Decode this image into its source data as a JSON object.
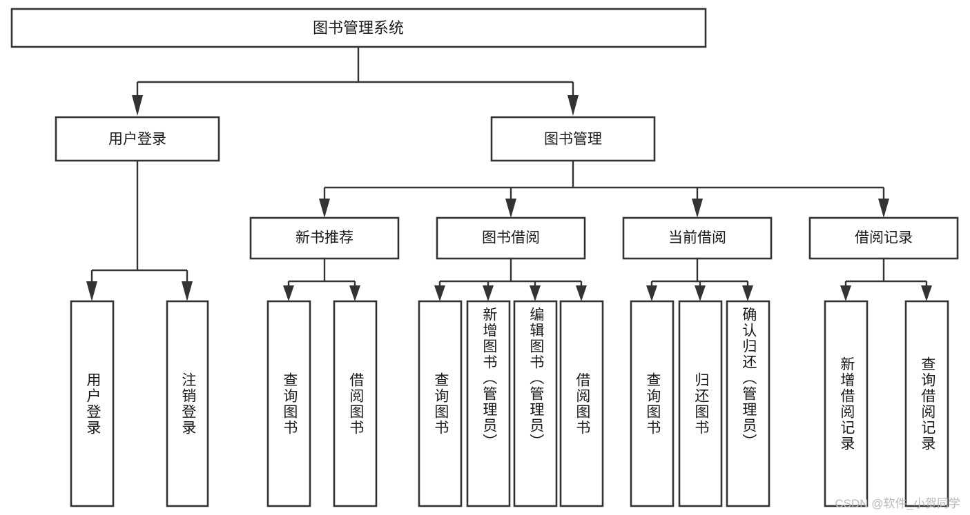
{
  "diagram": {
    "title": "图书管理系统",
    "type": "tree-hierarchy",
    "watermark": "CSDN @软件_小贺同学",
    "colors": {
      "box_stroke": "#333333",
      "box_fill": "#ffffff",
      "text": "#1a1a1a",
      "background": "#ffffff",
      "watermark": "#b9b9b9"
    },
    "root": {
      "label": "图书管理系统",
      "level": 1
    },
    "level2": [
      {
        "id": "user-login",
        "label": "用户登录"
      },
      {
        "id": "book-management",
        "label": "图书管理"
      }
    ],
    "level3": [
      {
        "id": "new-book-recommend",
        "label": "新书推荐",
        "parent": "book-management"
      },
      {
        "id": "book-borrow",
        "label": "图书借阅",
        "parent": "book-management"
      },
      {
        "id": "current-borrow",
        "label": "当前借阅",
        "parent": "book-management"
      },
      {
        "id": "borrow-record",
        "label": "借阅记录",
        "parent": "book-management"
      }
    ],
    "leaves": {
      "user-login": [
        {
          "id": "leaf-user-login",
          "label": "用户登录"
        },
        {
          "id": "leaf-logout-login",
          "label": "注销登录"
        }
      ],
      "new-book-recommend": [
        {
          "id": "leaf-query-book-1",
          "label": "查询图书"
        },
        {
          "id": "leaf-borrow-book-1",
          "label": "借阅图书"
        }
      ],
      "book-borrow": [
        {
          "id": "leaf-query-book-2",
          "label": "查询图书"
        },
        {
          "id": "leaf-add-book",
          "label": "新增图书（管理员）"
        },
        {
          "id": "leaf-edit-book",
          "label": "编辑图书（管理员）"
        },
        {
          "id": "leaf-borrow-book-2",
          "label": "借阅图书"
        }
      ],
      "current-borrow": [
        {
          "id": "leaf-query-book-3",
          "label": "查询图书"
        },
        {
          "id": "leaf-return-book",
          "label": "归还图书"
        },
        {
          "id": "leaf-confirm-return",
          "label": "确认归还（管理员）"
        }
      ],
      "borrow-record": [
        {
          "id": "leaf-add-record",
          "label": "新增借阅记录"
        },
        {
          "id": "leaf-query-record",
          "label": "查询借阅记录"
        }
      ]
    }
  }
}
